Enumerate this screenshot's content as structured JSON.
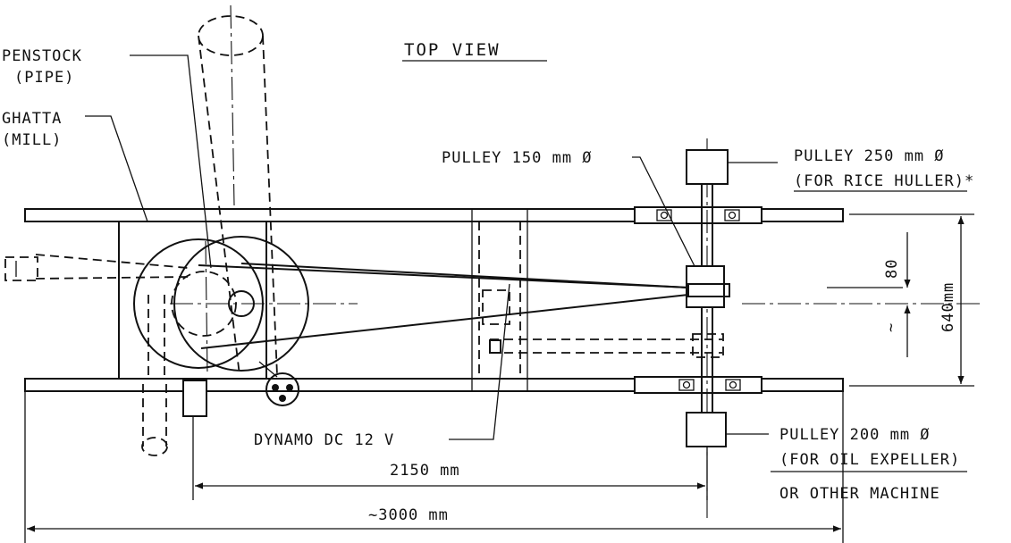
{
  "title": "TOP VIEW",
  "labels": {
    "penstock": "PENSTOCK",
    "penstock_sub": "(PIPE)",
    "ghatta": "GHATTA",
    "ghatta_sub": "(MILL)",
    "pulley_150": "PULLEY 150 mm Ø",
    "pulley_250": "PULLEY  250 mm Ø",
    "pulley_250_sub": "(FOR RICE HULLER)*",
    "pulley_200": "PULLEY    200 mm Ø",
    "pulley_200_sub": "(FOR OIL EXPELLER)",
    "other_machine": "OR OTHER MACHINE",
    "dynamo": "DYNAMO  DC 12 V"
  },
  "dimensions": {
    "width_640": "640mm",
    "offset_80": "80",
    "approx_sym": "~",
    "span_2150": "2150 mm",
    "span_3000": "~3000 mm"
  }
}
